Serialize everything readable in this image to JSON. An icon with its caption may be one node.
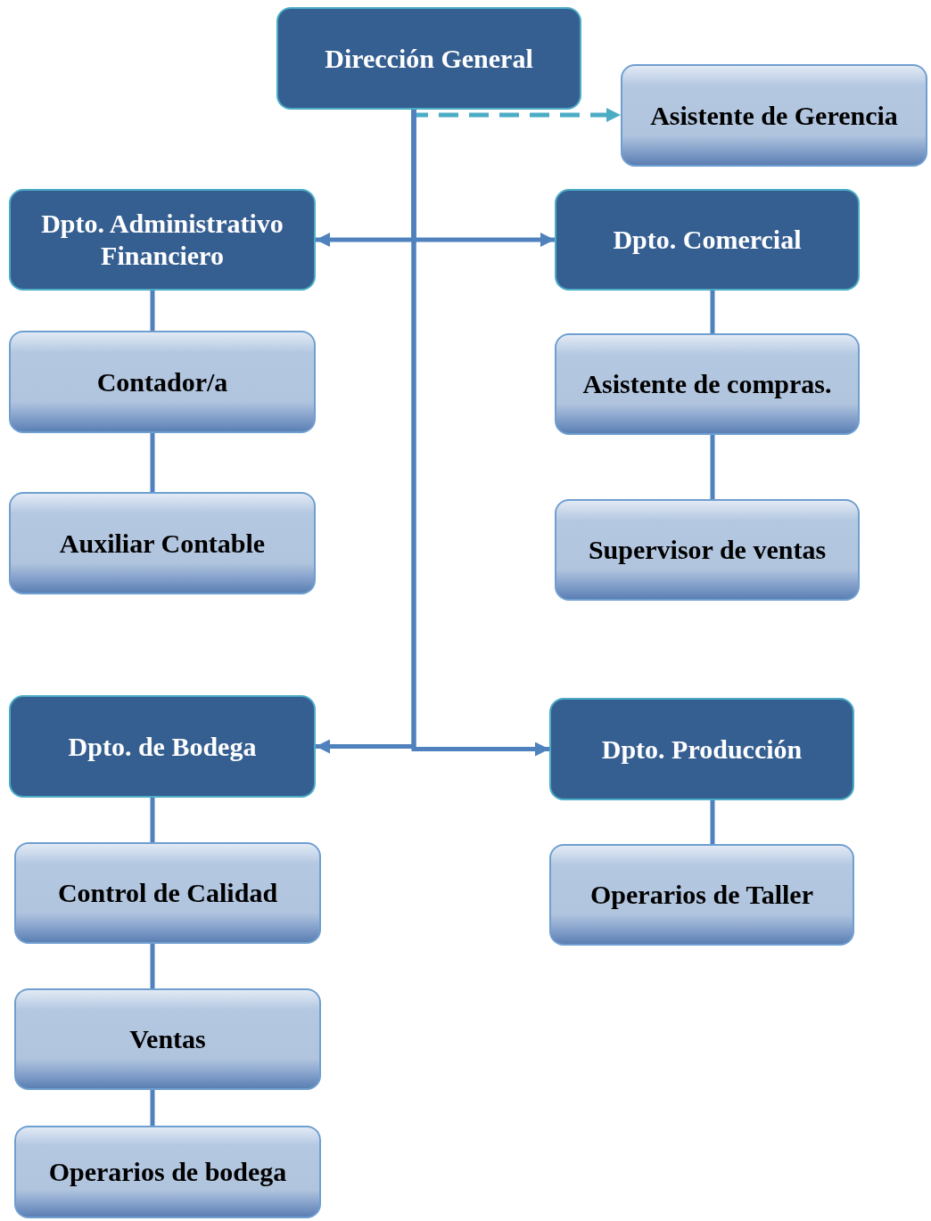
{
  "diagram": {
    "nodes": [
      {
        "text": [
          "Dirección General"
        ]
      },
      {
        "text": [
          "Asistente de Gerencia"
        ]
      },
      {
        "text": [
          "Dpto. Administrativo Financiero"
        ]
      },
      {
        "text": [
          "Dpto. Comercial"
        ]
      },
      {
        "text": [
          "Contador/a"
        ]
      },
      {
        "text": [
          "Asistente de compras."
        ]
      },
      {
        "text": [
          "Auxiliar Contable"
        ]
      },
      {
        "text": [
          "Supervisor de ventas"
        ]
      },
      {
        "text": [
          "Dpto. de Bodega"
        ]
      },
      {
        "text": [
          "Dpto. Producción"
        ]
      },
      {
        "text": [
          "Control de Calidad"
        ]
      },
      {
        "text": [
          "Operarios de Taller"
        ]
      },
      {
        "text": [
          "Ventas"
        ]
      },
      {
        "text": [
          "Operarios de bodega"
        ]
      }
    ],
    "edges": [
      {
        "from": 0,
        "to": 1,
        "arrow": "to",
        "style": "dashed",
        "color": "#4bacc6"
      },
      {
        "from": 0,
        "to": 2,
        "arrow": "to"
      },
      {
        "from": 0,
        "to": 3,
        "arrow": "to"
      },
      {
        "from": 0,
        "to": 8,
        "arrow": "to"
      },
      {
        "from": 0,
        "to": 9,
        "arrow": "to"
      },
      {
        "from": 2,
        "to": 4,
        "arrow": "none"
      },
      {
        "from": 4,
        "to": 6,
        "arrow": "none"
      },
      {
        "from": 3,
        "to": 5,
        "arrow": "none"
      },
      {
        "from": 5,
        "to": 7,
        "arrow": "none"
      },
      {
        "from": 8,
        "to": 10,
        "arrow": "none"
      },
      {
        "from": 10,
        "to": 12,
        "arrow": "none"
      },
      {
        "from": 12,
        "to": 13,
        "arrow": "none"
      },
      {
        "from": 9,
        "to": 11,
        "arrow": "none"
      }
    ]
  }
}
